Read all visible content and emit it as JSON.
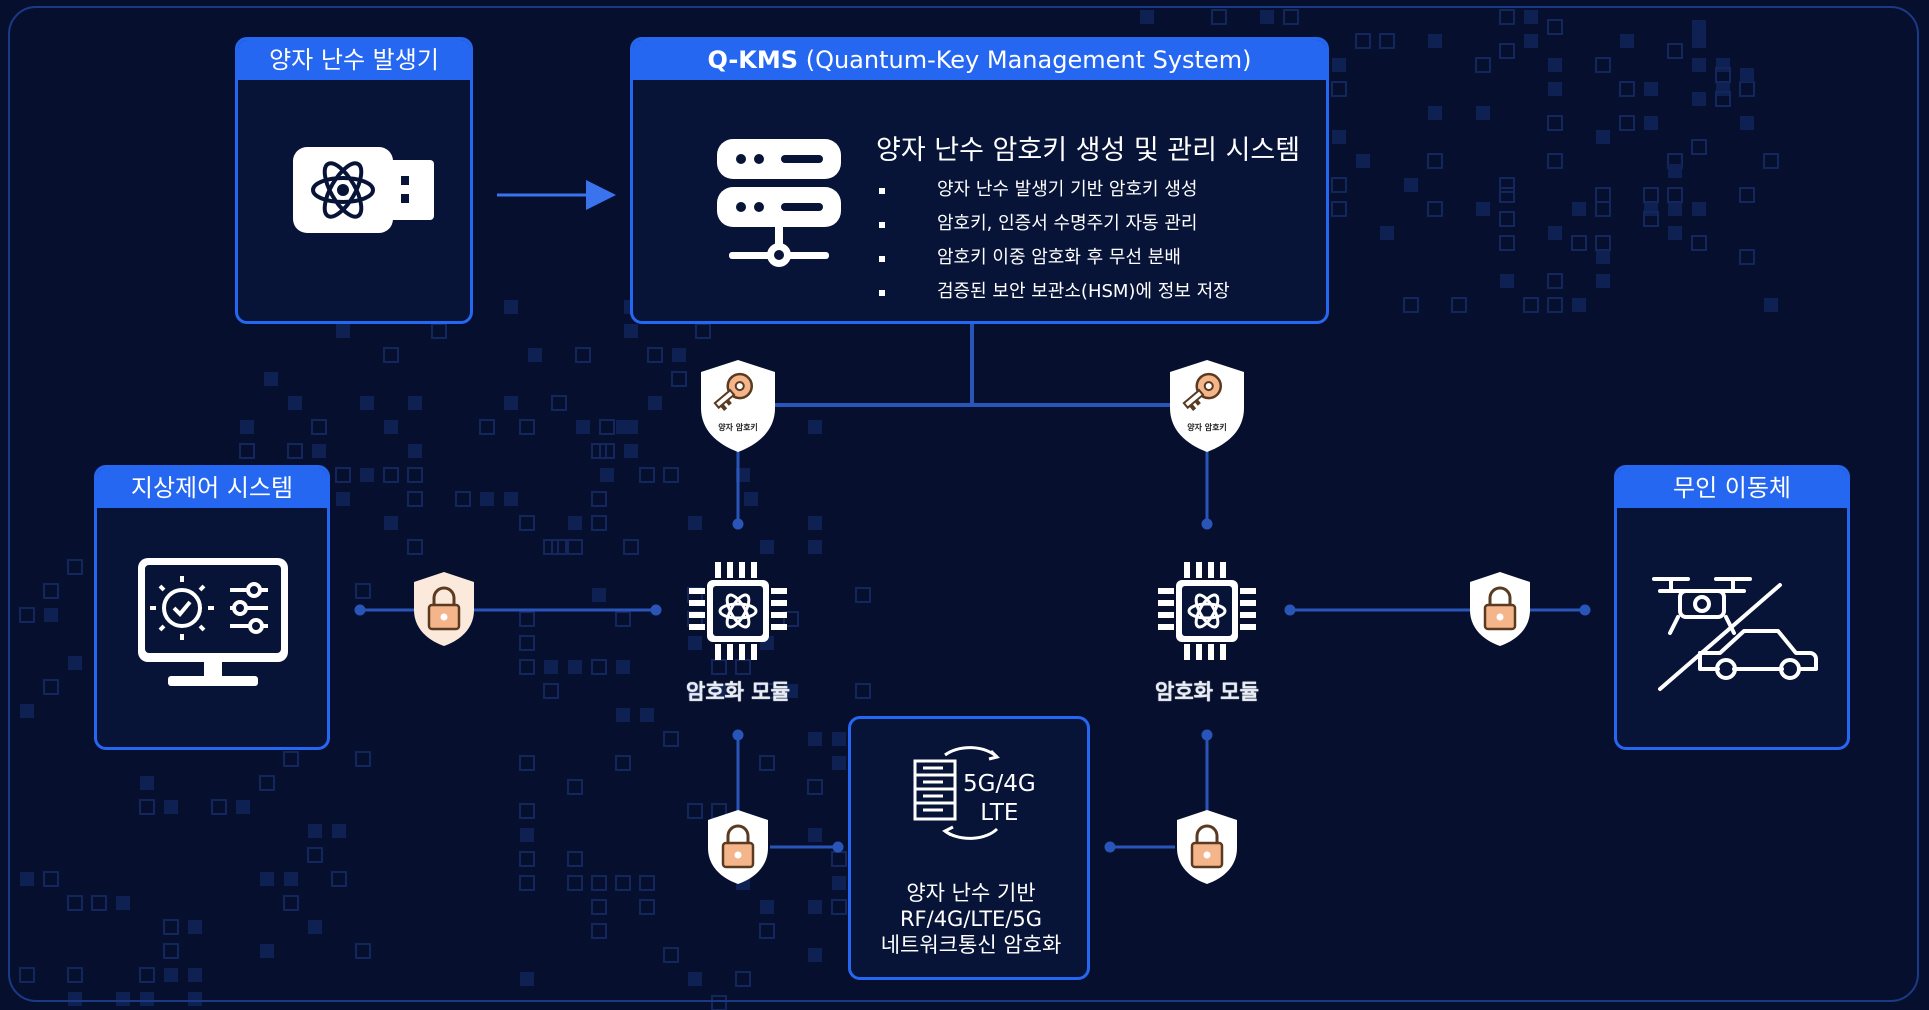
{
  "panels": {
    "qrng": {
      "title": "양자 난수 발생기"
    },
    "qkms": {
      "title_bold": "Q-KMS",
      "title_rest": " (Quantum-Key Management System)",
      "heading": "양자 난수 암호키 생성 및 관리 시스템",
      "bullets": [
        "양자 난수 발생기 기반 암호키 생성",
        "암호키, 인증서 수명주기 자동 관리",
        "암호키 이중 암호화 후 무선 분배",
        "검증된 보안 보관소(HSM)에 정보 저장"
      ]
    },
    "ground": {
      "title": "지상제어 시스템"
    },
    "unmanned": {
      "title": "무인 이동체"
    },
    "network": {
      "lte_line1": "5G/4G",
      "lte_line2": "LTE",
      "caption": [
        "양자 난수 기반",
        "RF/4G/LTE/5G",
        "네트워크통신 암호화"
      ]
    }
  },
  "key_badges": [
    "양자 암호키",
    "양자 암호키"
  ],
  "modules": [
    "암호화 모듈",
    "암호화 모듈"
  ],
  "colors": {
    "background": "#06102e",
    "accent_blue": "#2667f2",
    "connector": "#2a55b8",
    "shield_fill": "#ffffff",
    "lock_peach": "#f4b58a"
  },
  "icons": {
    "qrng": "usb-atom-icon",
    "qkms": "server-network-icon",
    "ground": "monitor-gear-sliders-icon",
    "unmanned": "drone-car-icon",
    "module": "chip-atom-icon",
    "key": "key-shield-icon",
    "lock": "lock-shield-icon",
    "network": "server-sync-icon"
  }
}
